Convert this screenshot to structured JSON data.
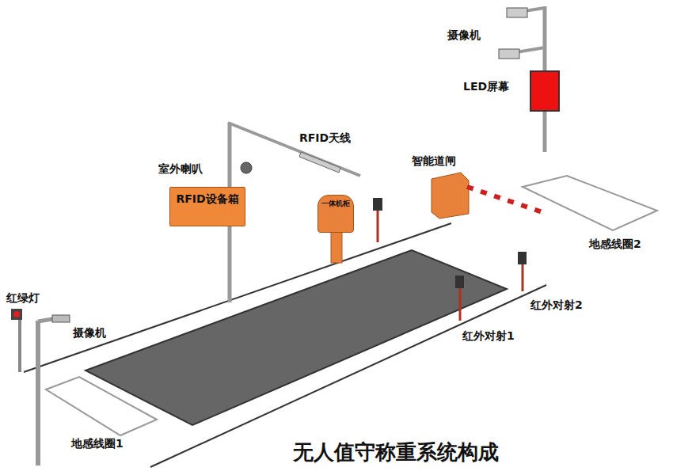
{
  "diagram": {
    "caption": "无人值守称重系统构成",
    "nodes": [
      {
        "text": [
          "RFID设备箱"
        ]
      },
      {
        "text": [
          "一体机柜"
        ]
      }
    ],
    "labels": [
      "摄像机",
      "LED屏幕",
      "RFID天线",
      "室外喇叭",
      "智能道闸",
      "红绿灯",
      "摄像机",
      "地感线圈2",
      "红外对射2",
      "红外对射1",
      "地感线圈1"
    ]
  }
}
